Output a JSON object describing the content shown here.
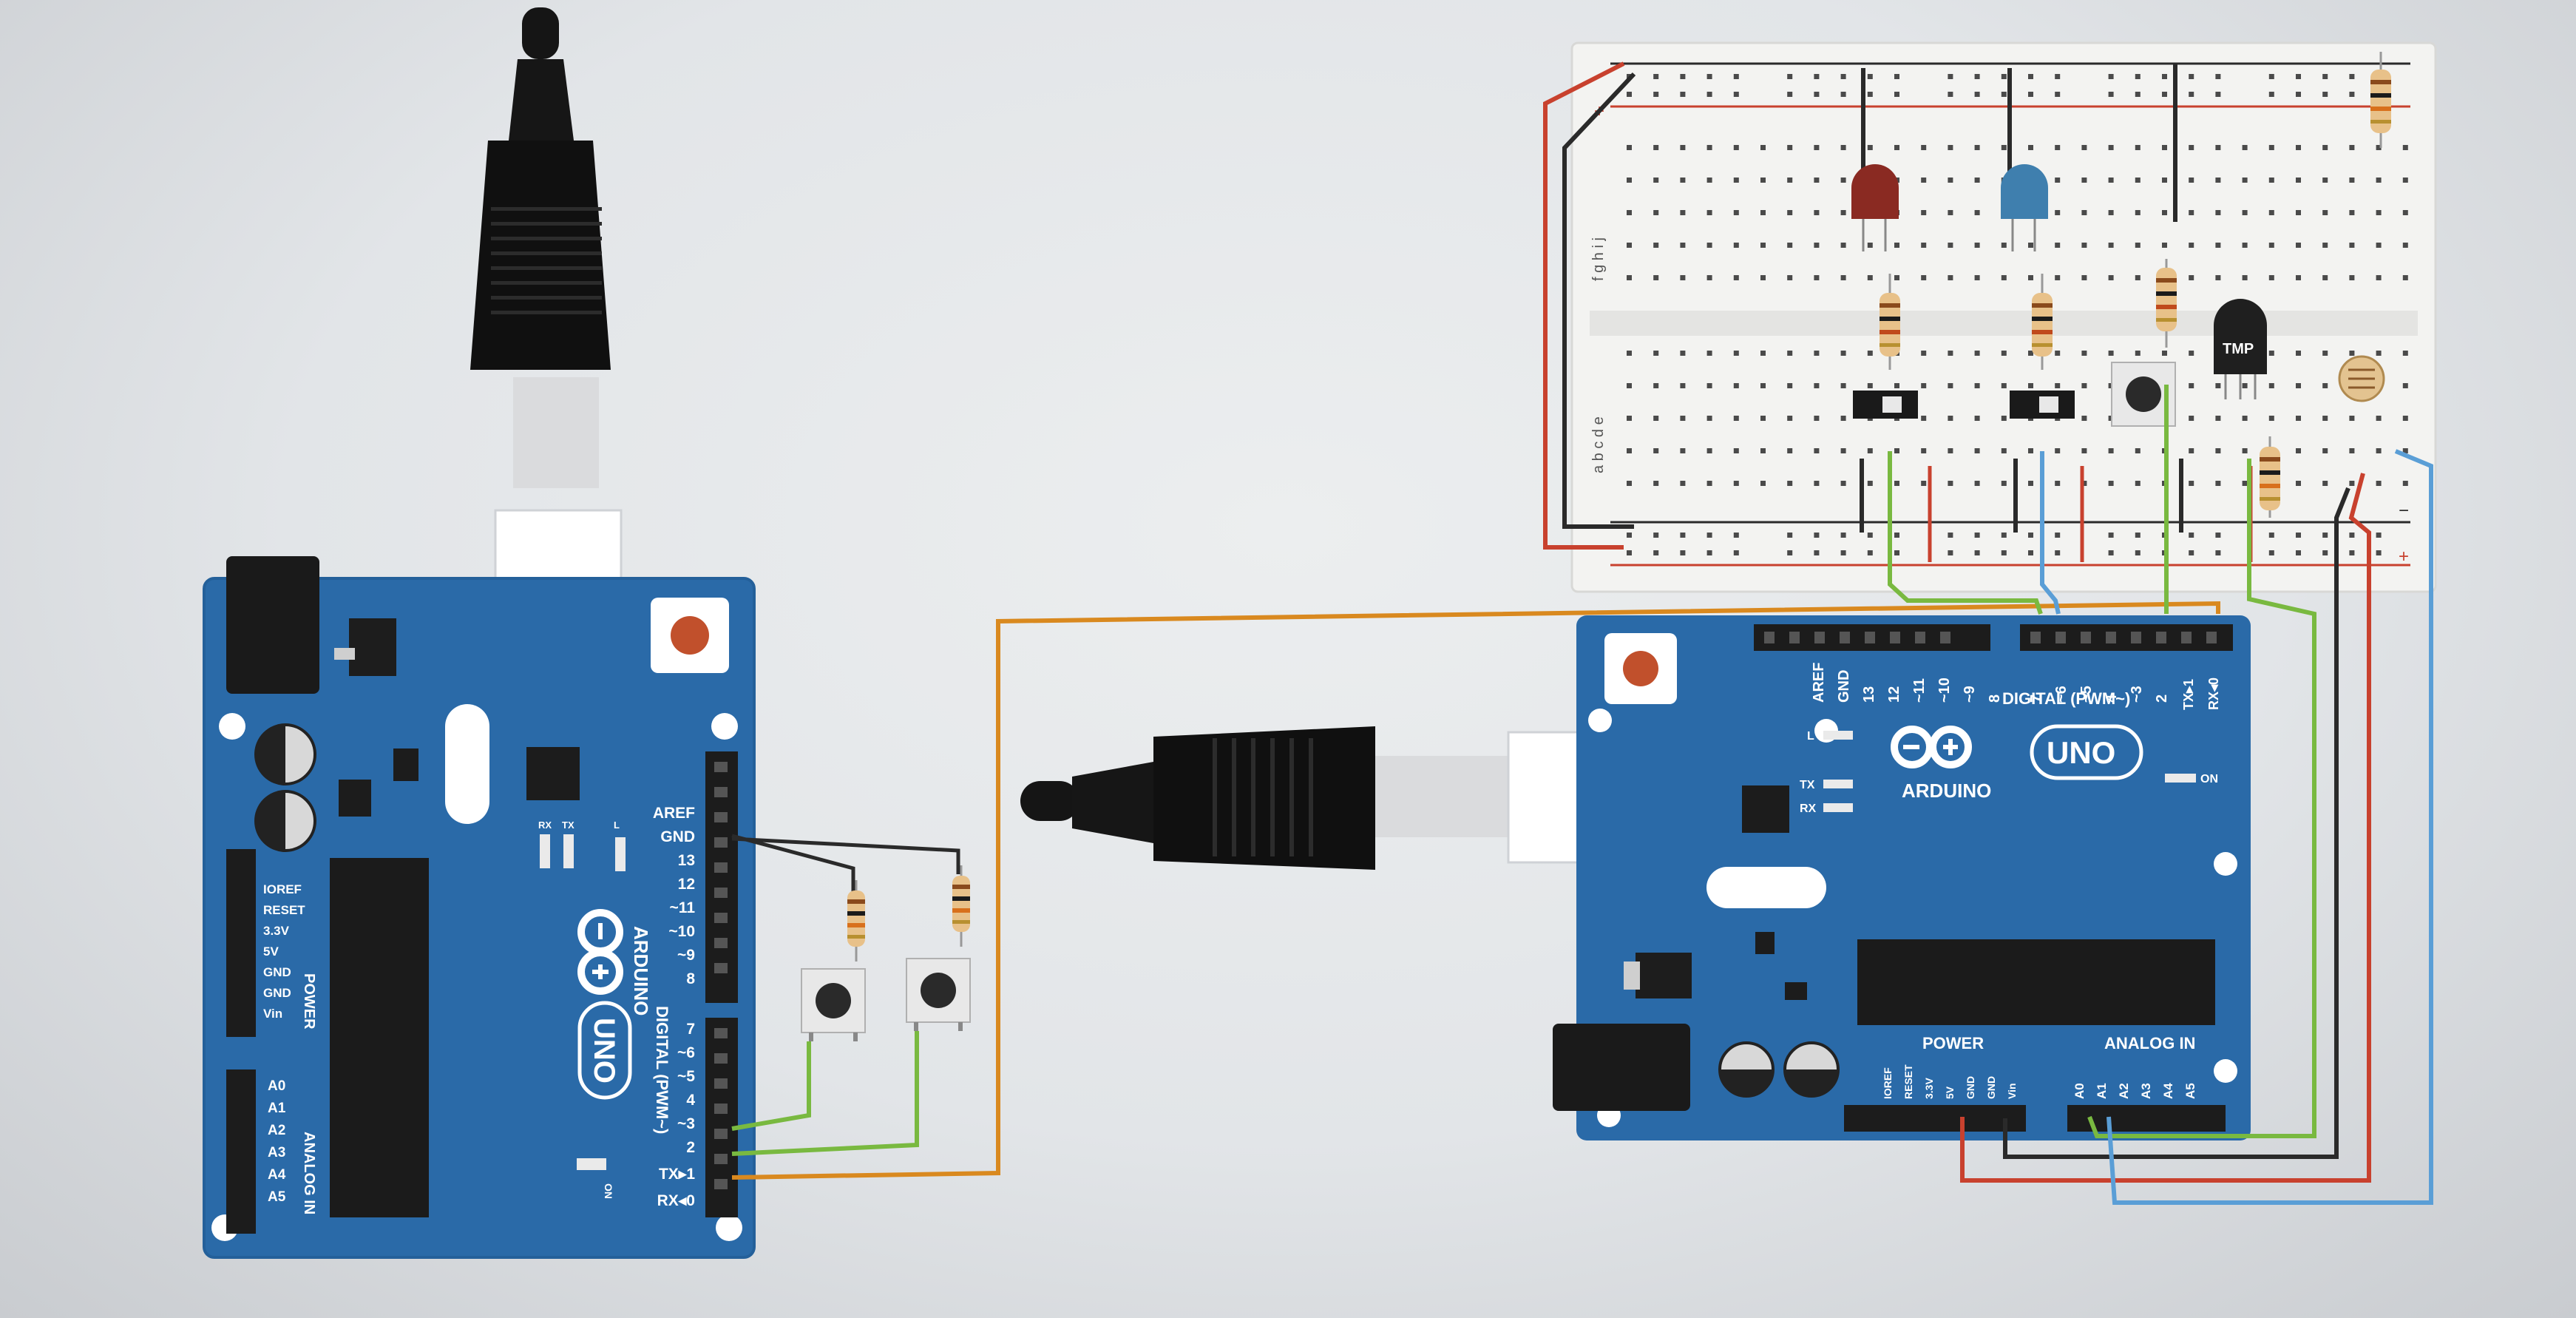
{
  "left_board": {
    "brand": "ARDUINO",
    "model": "UNO",
    "on_label": "ON",
    "digital_pins": [
      "AREF",
      "GND",
      "13",
      "12",
      "~11",
      "~10",
      "~9",
      "8",
      "7",
      "~6",
      "~5",
      "4",
      "~3",
      "2",
      "TX▸1",
      "RX◂0"
    ],
    "digital_title": "DIGITAL (PWM~)",
    "power_pins": [
      "IOREF",
      "RESET",
      "3.3V",
      "5V",
      "GND",
      "GND",
      "Vin"
    ],
    "power_title": "POWER",
    "analog_pins": [
      "A0",
      "A1",
      "A2",
      "A3",
      "A4",
      "A5"
    ],
    "analog_title": "ANALOG IN",
    "led_labels": [
      "RX",
      "TX",
      "L"
    ]
  },
  "right_board": {
    "brand": "ARDUINO",
    "model": "UNO",
    "on_label": "ON",
    "digital_pins": [
      "AREF",
      "GND",
      "13",
      "12",
      "~11",
      "~10",
      "~9",
      "8",
      "7",
      "~6",
      "~5",
      "4",
      "~3",
      "2",
      "TX▸1",
      "RX◂0"
    ],
    "digital_title": "DIGITAL (PWM~)",
    "power_pins": [
      "IOREF",
      "RESET",
      "3.3V",
      "5V",
      "GND",
      "GND",
      "Vin"
    ],
    "power_title": "POWER",
    "analog_pins": [
      "A0",
      "A1",
      "A2",
      "A3",
      "A4",
      "A5"
    ],
    "analog_title": "ANALOG IN",
    "led_labels": [
      "L",
      "TX",
      "RX"
    ]
  },
  "breadboard": {
    "plus": "+",
    "minus": "−",
    "top_rows": "f g h i j",
    "bottom_rows": "a b c d e",
    "sensor_label": "TMP"
  },
  "colors": {
    "board": "#2a6aa8",
    "wire_orange": "#d9891f",
    "wire_green": "#79b940",
    "wire_red": "#c8412e",
    "wire_blue": "#5a9ed6",
    "wire_black": "#2a2a2a"
  }
}
